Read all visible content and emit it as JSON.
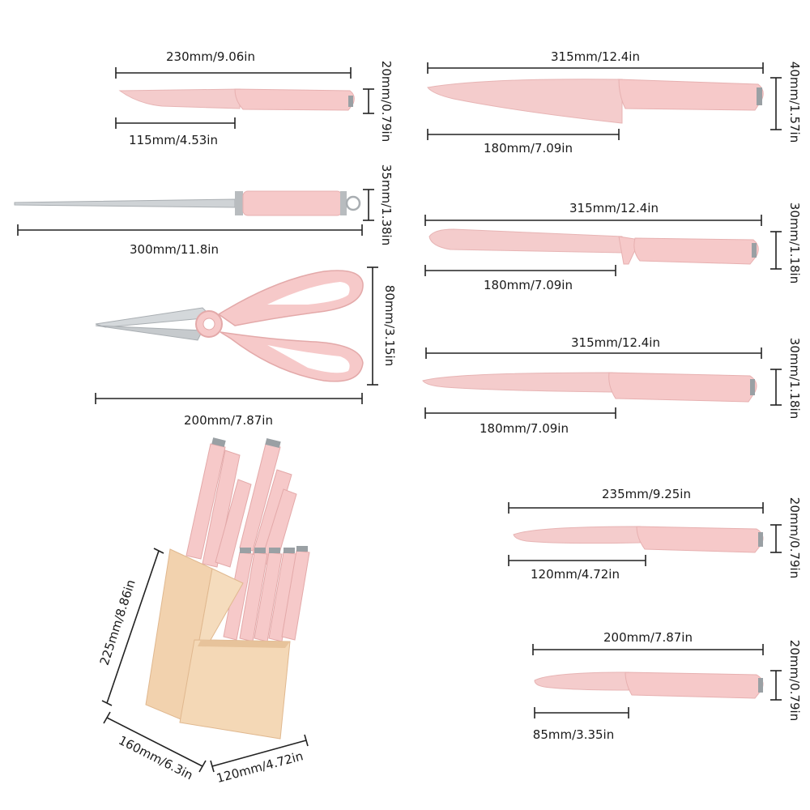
{
  "colors": {
    "handle": "#f6c9c9",
    "blade": "#f4cccc",
    "wood": "#f2d2ae",
    "steel": "#cfd3d6",
    "line": "#222222"
  },
  "items": {
    "paring_large": {
      "length": "230mm/9.06in",
      "blade": "115mm/4.53in",
      "width": "20mm/0.79in"
    },
    "sharpener": {
      "length": "300mm/11.8in",
      "width": "35mm/1.38in"
    },
    "scissors": {
      "length": "200mm/7.87in",
      "width": "80mm/3.15in"
    },
    "chef": {
      "length": "315mm/12.4in",
      "blade": "180mm/7.09in",
      "width": "40mm/1.57in"
    },
    "bread": {
      "length": "315mm/12.4in",
      "blade": "180mm/7.09in",
      "width": "30mm/1.18in"
    },
    "slicer": {
      "length": "315mm/12.4in",
      "blade": "180mm/7.09in",
      "width": "30mm/1.18in"
    },
    "utility": {
      "length": "235mm/9.25in",
      "blade": "120mm/4.72in",
      "width": "20mm/0.79in"
    },
    "paring": {
      "length": "200mm/7.87in",
      "blade": "85mm/3.35in",
      "width": "20mm/0.79in"
    },
    "block": {
      "height": "225mm/8.86in",
      "depth": "160mm/6.3in",
      "width": "120mm/4.72in"
    }
  }
}
